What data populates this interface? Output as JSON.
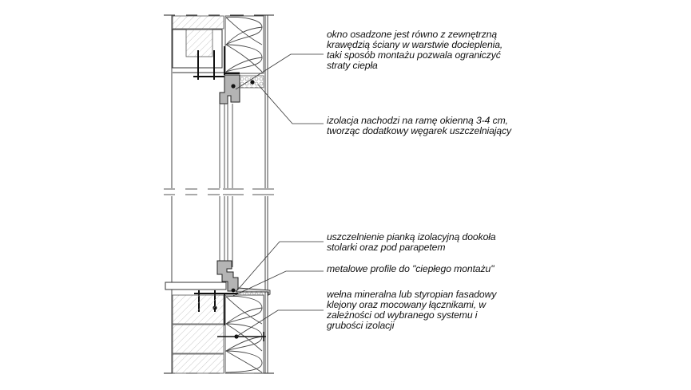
{
  "diagram": {
    "title": "Przekrój pionowy okna w warstwie docieplenia (ciepły montaż)",
    "colors": {
      "line": "#3a3a3a",
      "frame_fill": "#b4b4b4",
      "masonry_hatch": "#9a9a9a",
      "background": "#ffffff"
    },
    "annotations": [
      {
        "id": "window-flush-note",
        "text": "okno osadzone jest równo z zewnętrzną\nkrawędzią ściany w warstwie docieplenia,\ntaki sposób montażu pozwala ograniczyć\nstraty ciepła"
      },
      {
        "id": "insulation-overlap-note",
        "text": "izolacja nachodzi na ramę okienną 3-4 cm,\ntworząc dodatkowy węgarek uszczelniający"
      },
      {
        "id": "foam-seal-note",
        "text": "uszczelnienie pianką izolacyjną dookoła\nstolarki oraz pod parapetem"
      },
      {
        "id": "metal-profiles-note",
        "text": "metalowe profile do \"ciepłego montażu\""
      },
      {
        "id": "insulation-type-note",
        "text": "wełna mineralna lub styropian fasadowy\nklejony oraz mocowany łącznikami, w\nzależności od wybranego systemu i\ngrubości izolacji"
      }
    ],
    "components": [
      "masonry-wall",
      "mineral-wool-insulation",
      "window-frame",
      "glazing",
      "interior-sill",
      "exterior-sill",
      "metal-brackets",
      "insulation-anchors",
      "lintel",
      "break-lines"
    ]
  }
}
